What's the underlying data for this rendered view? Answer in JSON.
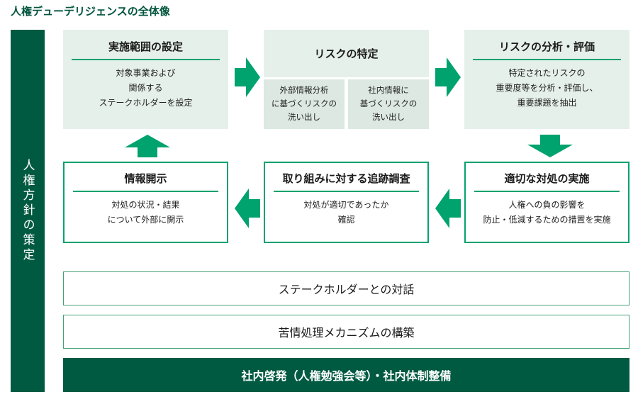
{
  "title": "人権デューデリジェンスの全体像",
  "left_bar": {
    "label": "人権方針の策定"
  },
  "row1": [
    {
      "title": "実施範囲の設定",
      "lines": [
        "対象事業および",
        "関係する",
        "ステークホルダーを設定"
      ]
    },
    {
      "title": "リスクの特定",
      "sub_boxes": [
        {
          "lines": [
            "外部情報分析",
            "に基づくリスクの",
            "洗い出し"
          ]
        },
        {
          "lines": [
            "社内情報に",
            "基づくリスクの",
            "洗い出し"
          ]
        }
      ]
    },
    {
      "title": "リスクの分析・評価",
      "lines": [
        "特定されたリスクの",
        "重要度等を分析・評価し、",
        "重要課題を抽出"
      ]
    }
  ],
  "row2": [
    {
      "title": "情報開示",
      "lines": [
        "対処の状況・結果",
        "について外部に開示"
      ]
    },
    {
      "title": "取り組みに対する追跡調査",
      "lines": [
        "対処が適切であったか",
        "確認"
      ]
    },
    {
      "title": "適切な対処の実施",
      "lines": [
        "人権への負の影響を",
        "防止・低減するための措置を実施"
      ]
    }
  ],
  "bars": [
    {
      "label": "ステークホルダーとの対話",
      "style": "outline"
    },
    {
      "label": "苦情処理メカニズムの構築",
      "style": "outline"
    },
    {
      "label": "社内啓発（人権勉強会等）・社内体制整備",
      "style": "solid"
    }
  ],
  "icons": {
    "forward_flow": "arrow-right-icon",
    "return_flow": "arrow-left-icon",
    "cycle_up": "arrow-up-icon",
    "step_down": "arrow-down-icon"
  },
  "colors": {
    "dark_green": "#005a41",
    "accent_green": "#00a26e",
    "box_background": "#e6f0ea",
    "sub_box_background": "#dce8e1"
  }
}
